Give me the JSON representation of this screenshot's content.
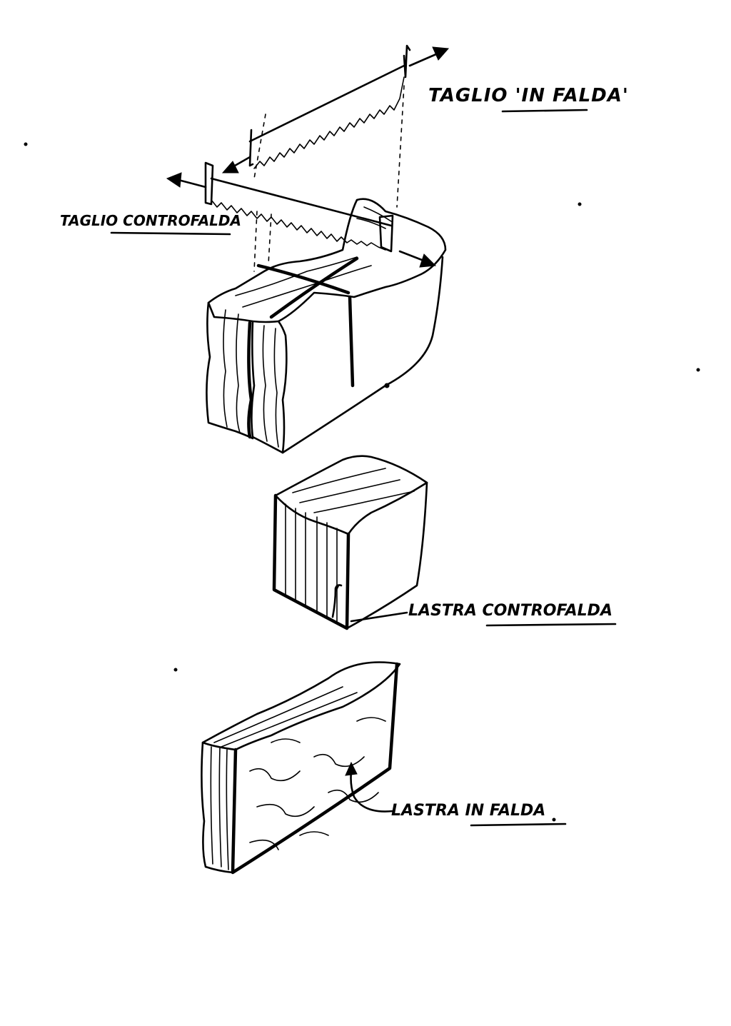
{
  "labels": {
    "cut_in_falda": {
      "prefix": "TAGLIO '",
      "underlined": "IN FALDA",
      "suffix": "'"
    },
    "cut_contro_falda": {
      "prefix": "TAGLIO ",
      "underlined": "CONTROFALDA"
    },
    "slab_contro_falda": {
      "prefix": "LASTRA ",
      "underlined": "CONTROFALDA"
    },
    "slab_in_falda": {
      "prefix": "LASTRA ",
      "underlined": "IN FALDA"
    }
  },
  "colors": {
    "ink": "#000000",
    "paper": "#ffffff"
  }
}
